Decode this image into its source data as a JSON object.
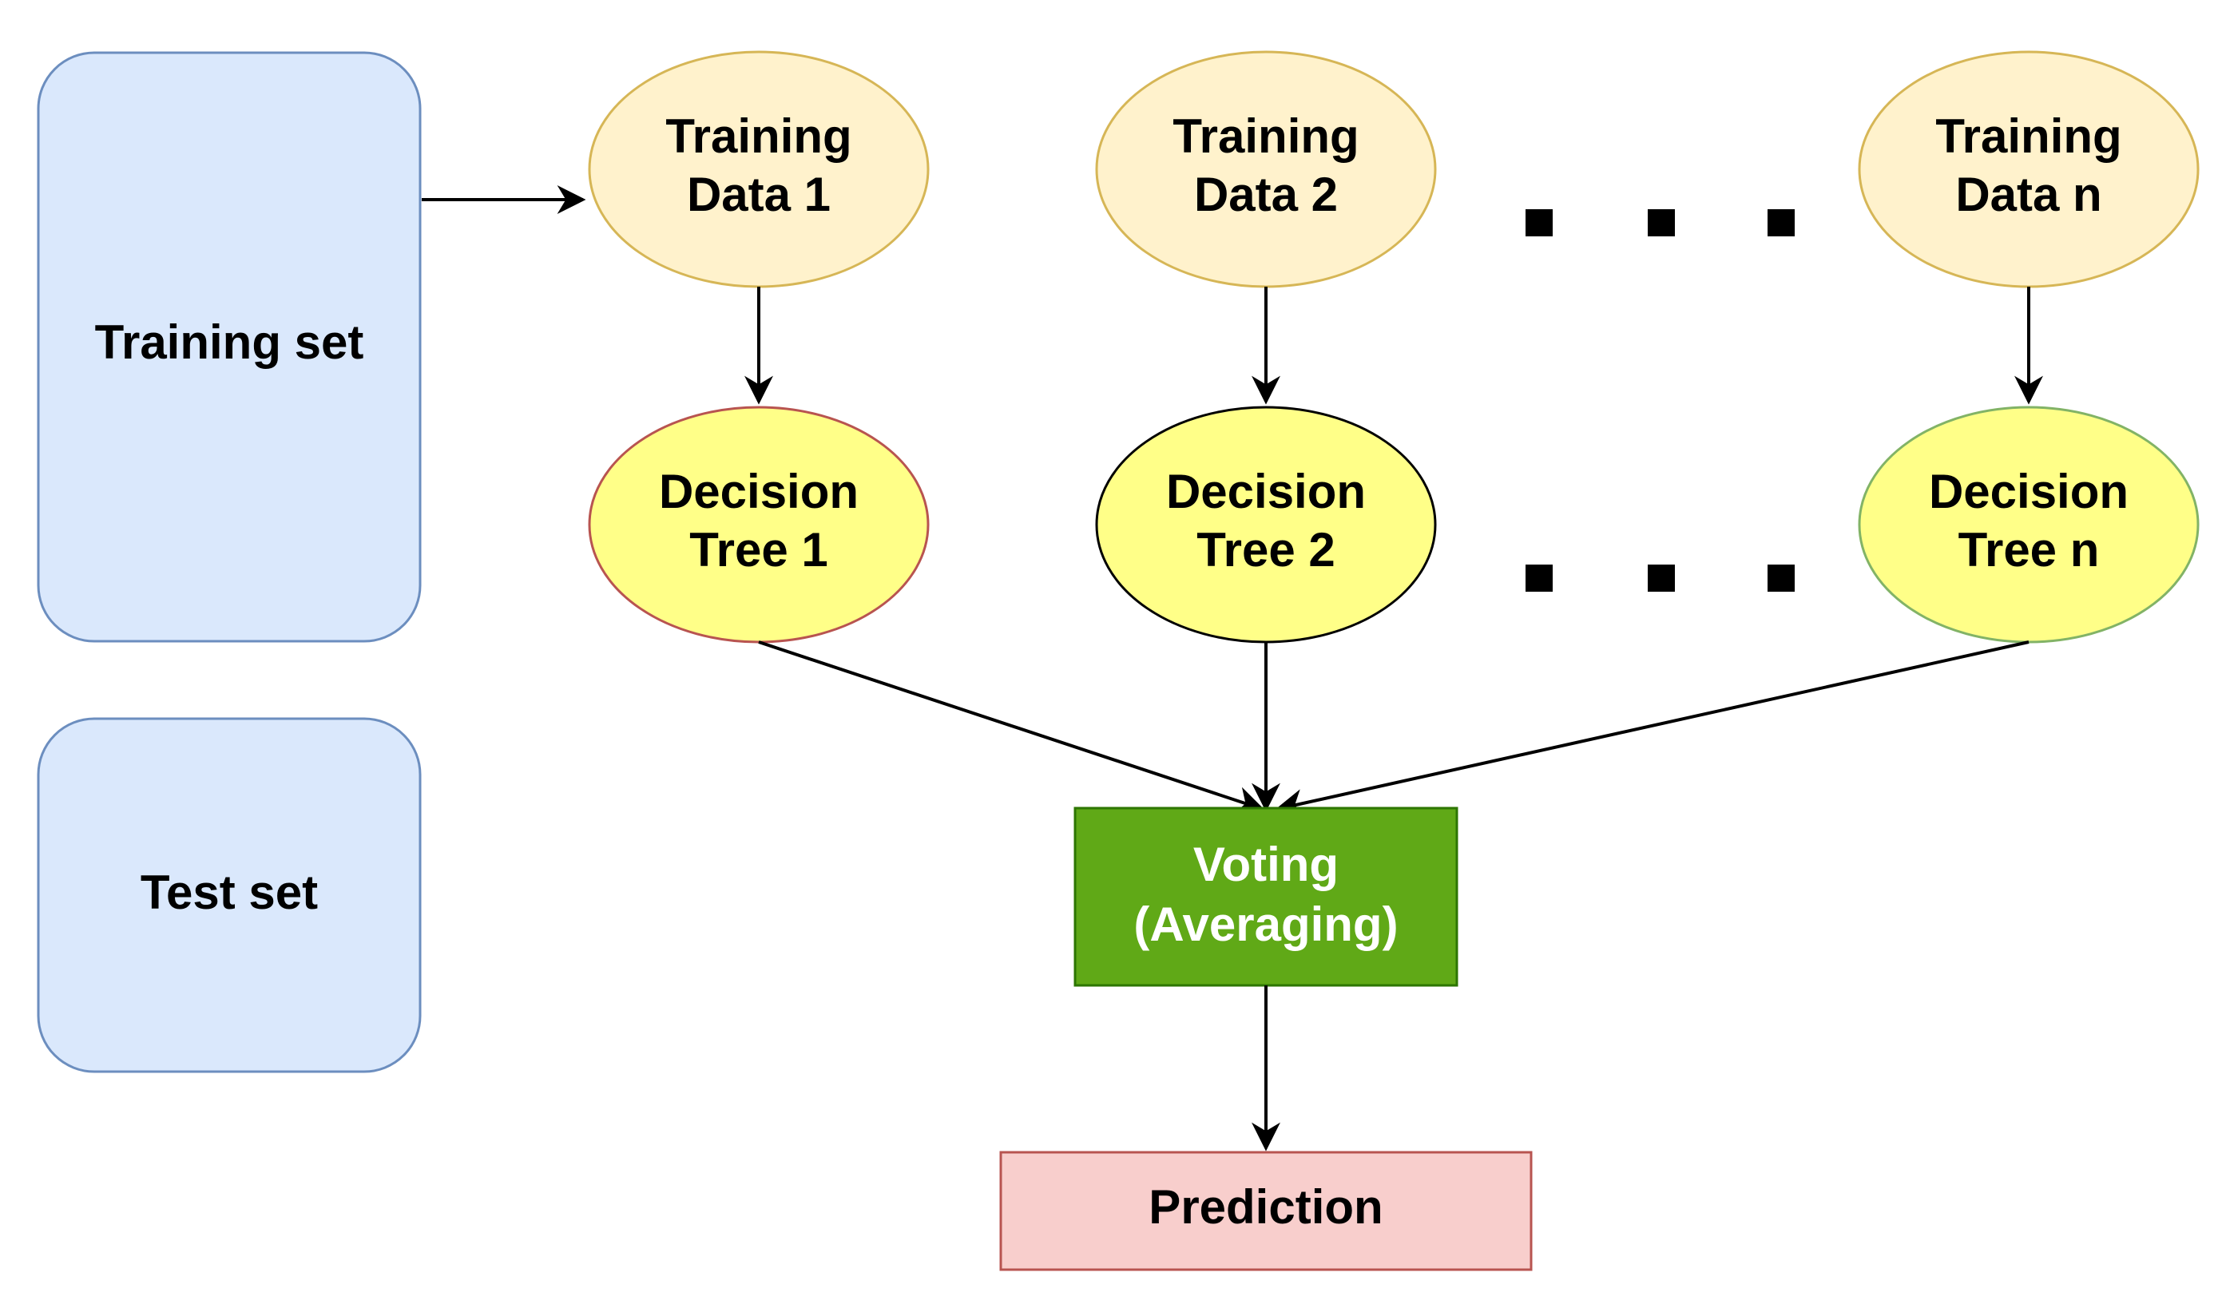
{
  "colors": {
    "set_fill": "#dae8fc",
    "set_stroke": "#6c8ebf",
    "data_fill": "#fff2cc",
    "data_stroke": "#d6b656",
    "tree_fill": "#ffff88",
    "tree1_stroke": "#b85450",
    "tree2_stroke": "#000000",
    "treen_stroke": "#82b366",
    "voting_fill": "#60a917",
    "voting_stroke": "#2d7600",
    "prediction_fill": "#f8cecc",
    "prediction_stroke": "#b85450"
  },
  "sets": {
    "training": "Training set",
    "test": "Test set"
  },
  "training_data": [
    {
      "line1": "Training",
      "line2": "Data 1"
    },
    {
      "line1": "Training",
      "line2": "Data 2"
    },
    {
      "line1": "Training",
      "line2": "Data n"
    }
  ],
  "trees": [
    {
      "line1": "Decision",
      "line2": "Tree 1"
    },
    {
      "line1": "Decision",
      "line2": "Tree 2"
    },
    {
      "line1": "Decision",
      "line2": "Tree n"
    }
  ],
  "voting": {
    "line1": "Voting",
    "line2": "(Averaging)"
  },
  "prediction": "Prediction"
}
